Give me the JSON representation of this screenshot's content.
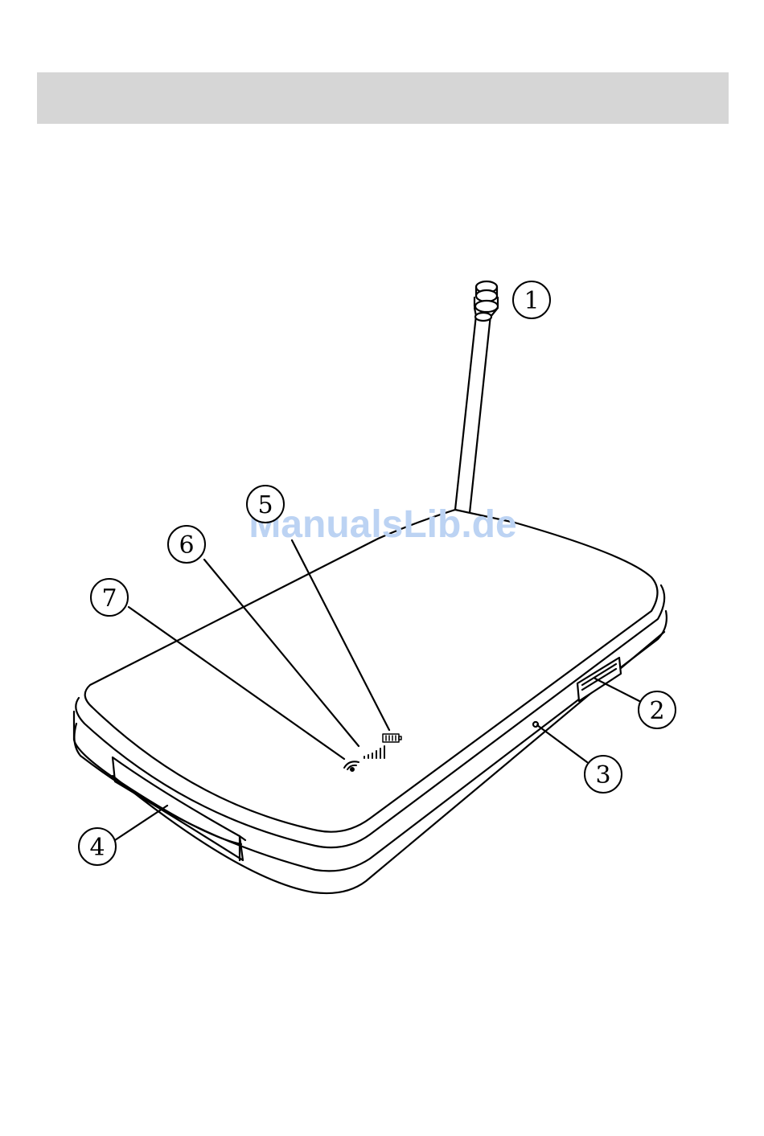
{
  "header": {
    "title": ""
  },
  "watermark": "ManualsLib.de",
  "callouts": [
    "1",
    "2",
    "3",
    "4",
    "5",
    "6",
    "7"
  ],
  "icons": {
    "antenna": "antenna-icon",
    "battery": "battery-icon",
    "signal": "signal-bars-icon",
    "wifi": "wifi-icon"
  }
}
